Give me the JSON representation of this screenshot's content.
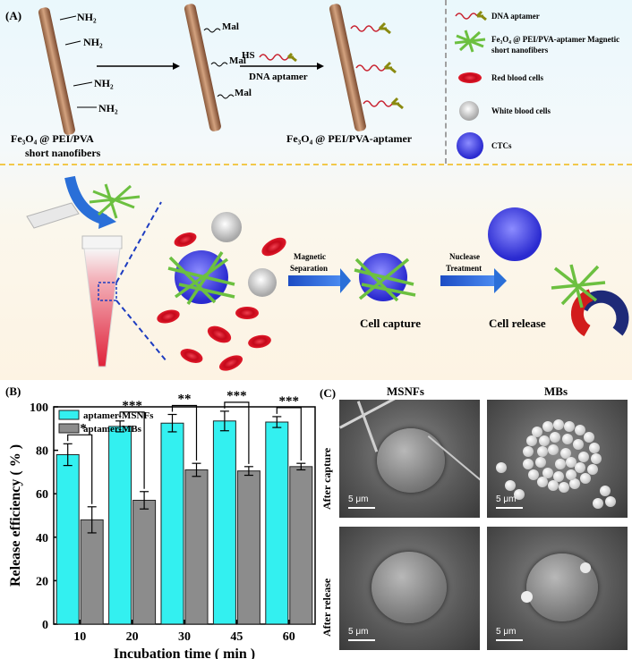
{
  "panel_a": {
    "label": "(A)",
    "nh2": [
      "NH₂",
      "NH₂",
      "NH₂",
      "NH₂"
    ],
    "mal": [
      "Mal",
      "Mal",
      "Mal"
    ],
    "hs": "HS",
    "dna_aptamer_arrow": "DNA aptamer",
    "fiber1_caption": [
      "Fe₃O₄ @ PEI/PVA",
      "short nanofibers"
    ],
    "fiber2_caption": "Fe₃O₄ @ PEI/PVA-aptamer",
    "legend": [
      {
        "label": "DNA aptamer"
      },
      {
        "label": "Fe₃O₄ @ PEI/PVA-aptamer Magnetic short nanofibers"
      },
      {
        "label": "Red blood cells"
      },
      {
        "label": "White blood cells"
      },
      {
        "label": "CTCs"
      }
    ],
    "magnetic_separation": [
      "Magnetic",
      "Separation"
    ],
    "nuclease_treatment": [
      "Nuclease",
      "Treatment"
    ],
    "cell_capture": "Cell capture",
    "cell_release": "Cell release"
  },
  "panel_b": {
    "label": "(B)"
  },
  "chart_data": {
    "type": "bar",
    "title": "",
    "xlabel": "Incubation time ( min )",
    "ylabel": "Release efficiency ( % )",
    "ylim": [
      0,
      100
    ],
    "yticks": [
      0,
      20,
      40,
      60,
      80,
      100
    ],
    "categories": [
      "10",
      "20",
      "30",
      "45",
      "60"
    ],
    "series": [
      {
        "name": "aptamer-MSNFs",
        "color": "#33f0f0",
        "values": [
          78,
          91,
          92.5,
          93.5,
          93
        ],
        "errors": [
          5,
          2.5,
          4,
          4.5,
          2.5
        ]
      },
      {
        "name": "aptamer-MBs",
        "color": "#8c8c8c",
        "values": [
          48,
          57,
          71,
          70.5,
          72.5
        ],
        "errors": [
          6,
          4,
          3,
          2,
          1.5
        ]
      }
    ],
    "significance": [
      "**",
      "***",
      "**",
      "***",
      "***"
    ],
    "legend_position": "top-left",
    "grid": false
  },
  "panel_c": {
    "label": "(C)",
    "col_titles": [
      "MSNFs",
      "MBs"
    ],
    "row_titles": [
      "After capture",
      "After release"
    ],
    "scale_bar": "5 μm"
  }
}
